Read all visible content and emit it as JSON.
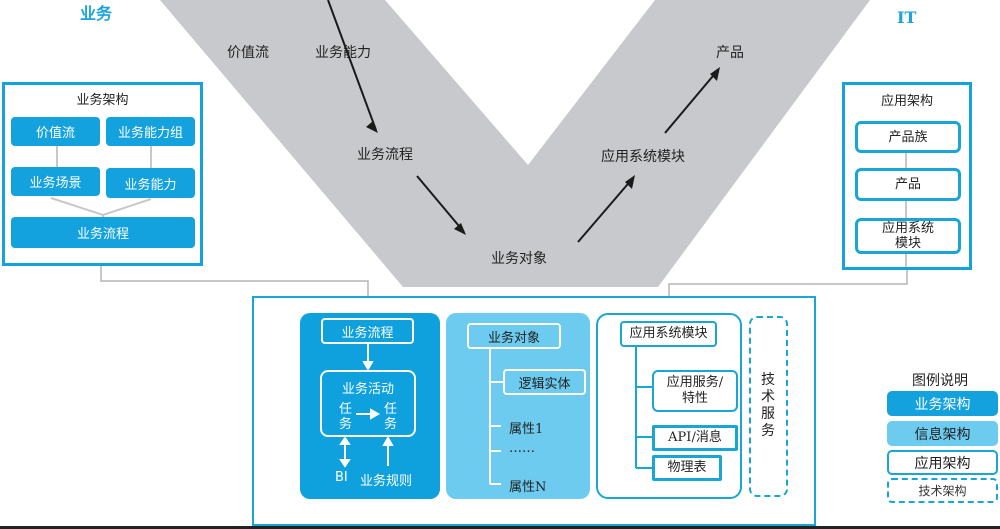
{
  "headers": {
    "business": "业务",
    "it": "IT"
  },
  "v_flow": {
    "left_arm": [
      "价值流",
      "业务能力",
      "业务流程"
    ],
    "bottom": "业务对象",
    "right_arm": [
      "应用系统模块",
      "产品"
    ],
    "fill_color": "#c8c9cc"
  },
  "business_architecture": {
    "title": "业务架构",
    "items": [
      "价值流",
      "业务能力组",
      "业务场景",
      "业务能力",
      "业务流程"
    ],
    "color": "#13a2dd"
  },
  "application_architecture": {
    "title": "应用架构",
    "items": [
      "产品族",
      "产品",
      "应用系统\n模块"
    ]
  },
  "main": {
    "business_column": {
      "process": "业务流程",
      "activity": "业务活动",
      "task_left": "任\n务",
      "task_right": "任\n务",
      "bi": "BI",
      "rules": "业务规则"
    },
    "info_column": {
      "object": "业务对象",
      "entity": "逻辑实体",
      "attr_1": "属性1",
      "ellipsis": "……",
      "attr_n": "属性N"
    },
    "app_column": {
      "module": "应用系统模块",
      "service": "应用服务/\n特性",
      "api": "API/消息",
      "table": "物理表"
    },
    "tech_column": {
      "label": "技术服务"
    }
  },
  "legend": {
    "title": "图例说明",
    "items": [
      {
        "label": "业务架构",
        "style": "solid-blue",
        "color": "#13a2dd"
      },
      {
        "label": "信息架构",
        "style": "solid-light-blue",
        "color": "#6ccbef"
      },
      {
        "label": "应用架构",
        "style": "outline"
      },
      {
        "label": "技术架构",
        "style": "dashed-outline"
      }
    ]
  }
}
